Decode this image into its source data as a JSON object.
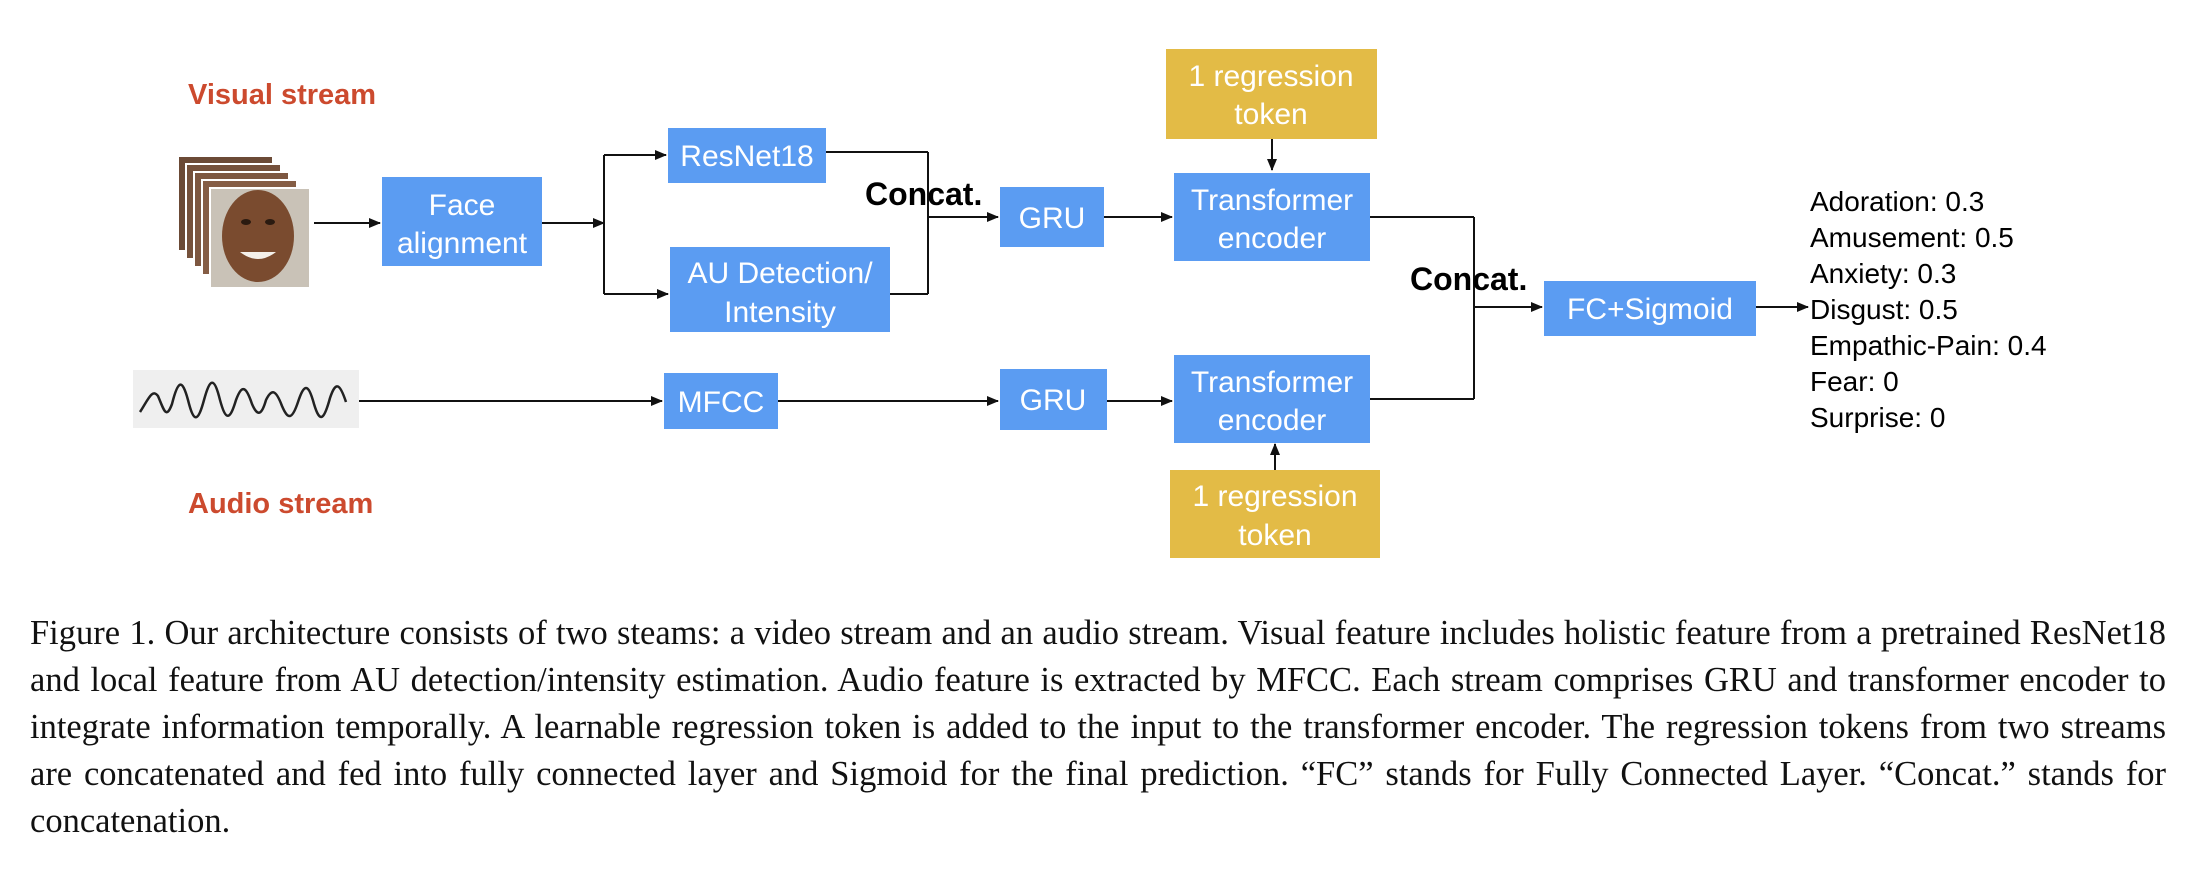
{
  "diagram": {
    "labels": {
      "visual_stream": "Visual stream",
      "audio_stream": "Audio stream",
      "concat_1": "Concat.",
      "concat_2": "Concat."
    },
    "nodes": {
      "face_alignment": [
        "Face",
        "alignment"
      ],
      "resnet18": [
        "ResNet18"
      ],
      "au_detection": [
        "AU Detection/",
        "Intensity"
      ],
      "gru_visual": [
        "GRU"
      ],
      "transformer_visual": [
        "Transformer",
        "encoder"
      ],
      "regression_token_visual": [
        "1 regression",
        "token"
      ],
      "mfcc": [
        "MFCC"
      ],
      "gru_audio": [
        "GRU"
      ],
      "transformer_audio": [
        "Transformer",
        "encoder"
      ],
      "regression_token_audio": [
        "1 regression",
        "token"
      ],
      "fc_sigmoid": [
        "FC+Sigmoid"
      ]
    },
    "outputs": [
      "Adoration: 0.3",
      "Amusement: 0.5",
      "Anxiety: 0.3",
      "Disgust: 0.5",
      "Empathic-Pain: 0.4",
      "Fear: 0",
      "Surprise: 0"
    ],
    "colors": {
      "module_blue": "#5b9cf2",
      "token_gold": "#e3bb46",
      "stream_label_red": "#cc4a2e"
    }
  },
  "caption": "Figure 1. Our architecture consists of two steams: a video stream and an audio stream. Visual feature includes holistic feature from a pretrained ResNet18 and local feature from AU detection/intensity estimation. Audio feature is extracted by MFCC. Each stream comprises GRU and transformer encoder to integrate information temporally. A learnable regression token is added to the input to the transformer encoder. The regression tokens from two streams are concatenated and fed into fully connected layer and Sigmoid for the final prediction. “FC” stands for Fully Connected Layer. “Concat.” stands for concatenation."
}
